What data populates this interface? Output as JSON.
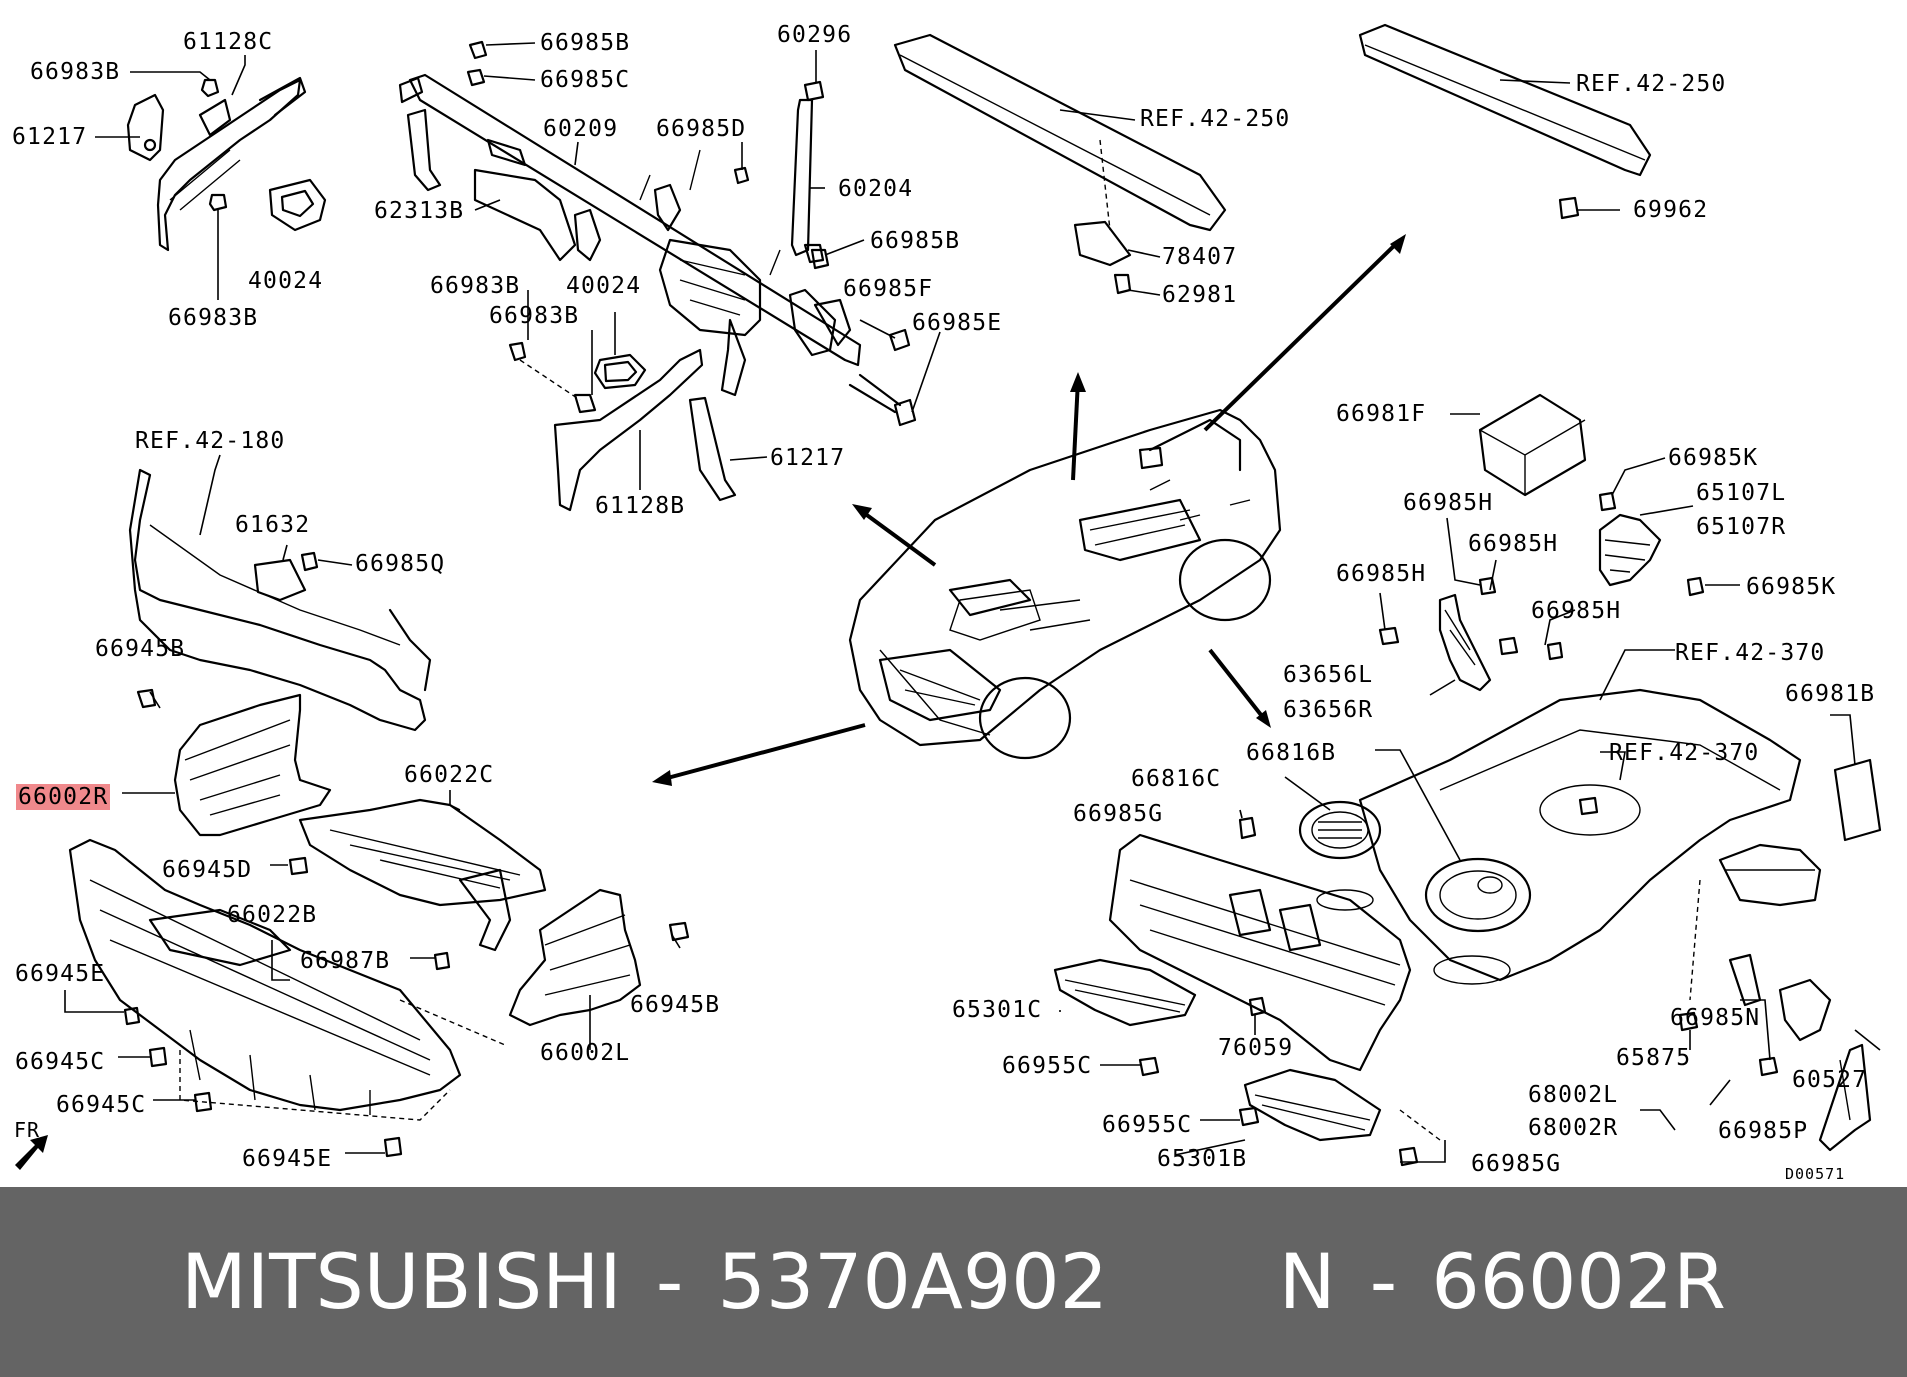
{
  "diagram": {
    "drawing_code": "D00571",
    "front_marker": "FR",
    "labels": {
      "l_66983B_1": "66983B",
      "l_61128C": "61128C",
      "l_61217_1": "61217",
      "l_40024_1": "40024",
      "l_66983B_2": "66983B",
      "l_66985B_1": "66985B",
      "l_66985C": "66985C",
      "l_60209": "60209",
      "l_66985D": "66985D",
      "l_62313B": "62313B",
      "l_66983B_3": "66983B",
      "l_40024_2": "40024",
      "l_66983B_4": "66983B",
      "l_60296": "60296",
      "l_60204": "60204",
      "l_66985B_2": "66985B",
      "l_66985F": "66985F",
      "l_66985E": "66985E",
      "l_61217_2": "61217",
      "l_61128B": "61128B",
      "l_ref42250_1": "REF.42-250",
      "l_78407": "78407",
      "l_62981": "62981",
      "l_ref42250_2": "REF.42-250",
      "l_69962": "69962",
      "l_ref42180": "REF.42-180",
      "l_61632": "61632",
      "l_66985Q": "66985Q",
      "l_66945B_1": "66945B",
      "l_66002R": "66002R",
      "l_66022C": "66022C",
      "l_66945D": "66945D",
      "l_66022B": "66022B",
      "l_66987B": "66987B",
      "l_66945E_1": "66945E",
      "l_66945C_1": "66945C",
      "l_66945C_2": "66945C",
      "l_66945E_2": "66945E",
      "l_66945B_2": "66945B",
      "l_66002L": "66002L",
      "l_66981F": "66981F",
      "l_66985K_1": "66985K",
      "l_65107L": "65107L",
      "l_65107R": "65107R",
      "l_66985K_2": "66985K",
      "l_66985H_1": "66985H",
      "l_66985H_2": "66985H",
      "l_66985H_3": "66985H",
      "l_66985H_4": "66985H",
      "l_63656L": "63656L",
      "l_63656R": "63656R",
      "l_ref42370_1": "REF.42-370",
      "l_66981B": "66981B",
      "l_66816B": "66816B",
      "l_ref42370_2": "REF.42-370",
      "l_66816C": "66816C",
      "l_66985G_1": "66985G",
      "l_65301C": "65301C",
      "l_76059": "76059",
      "l_66955C_1": "66955C",
      "l_66955C_2": "66955C",
      "l_65301B": "65301B",
      "l_66985G_2": "66985G",
      "l_66985N": "66985N",
      "l_65875": "65875",
      "l_60527": "60527",
      "l_68002L": "68002L",
      "l_68002R": "68002R",
      "l_66985P": "66985P"
    },
    "highlight_color": "#f0898c"
  },
  "footer": {
    "brand": "MITSUBISHI",
    "sep1": " - ",
    "part_number": "5370A902",
    "gap": "     ",
    "position_prefix": "N",
    "sep2": " - ",
    "position_code": "66002R",
    "background": "#646464"
  }
}
